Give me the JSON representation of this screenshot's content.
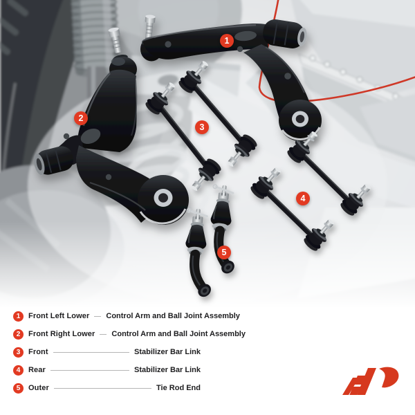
{
  "colors": {
    "badge_red": "#e23a22",
    "logo_red": "#d6391e",
    "annotation_red": "#cf3827",
    "part_black": "#121316",
    "background_gray": "#d8dbdd"
  },
  "photo": {
    "markers": [
      {
        "number": "1"
      },
      {
        "number": "2"
      },
      {
        "number": "3"
      },
      {
        "number": "4"
      },
      {
        "number": "5"
      }
    ]
  },
  "legend": {
    "items": [
      {
        "number": "1",
        "label": "Front Left Lower",
        "part": "Control Arm and Ball Joint Assembly"
      },
      {
        "number": "2",
        "label": "Front Right Lower",
        "part": "Control Arm and Ball Joint Assembly"
      },
      {
        "number": "3",
        "label": "Front",
        "part": "Stabilizer Bar Link"
      },
      {
        "number": "4",
        "label": "Rear",
        "part": "Stabilizer Bar Link"
      },
      {
        "number": "5",
        "label": "Outer",
        "part": "Tie Rod End"
      }
    ]
  },
  "brand": {
    "logo_name": "a-premium-logo"
  }
}
